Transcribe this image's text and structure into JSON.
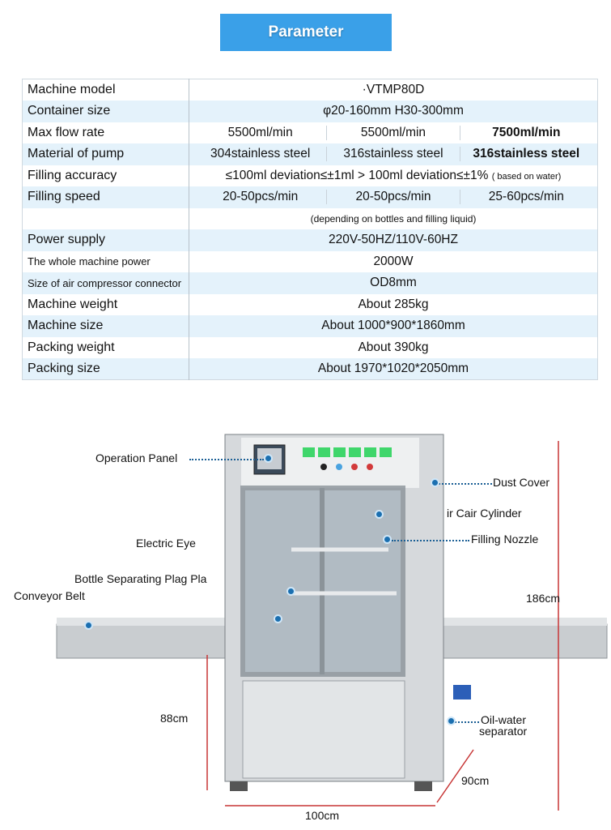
{
  "banner": "Parameter",
  "rows": [
    {
      "label": "Machine model",
      "value": "·VTMP80D"
    },
    {
      "label": "Container size",
      "value": "φ20-160mm H30-300mm"
    },
    {
      "label": "Max flow rate",
      "values": [
        "5500ml/min",
        "5500ml/min",
        "7500ml/min"
      ]
    },
    {
      "label": "Material of pump",
      "values": [
        "304stainless steel",
        "316stainless steel",
        "316stainless steel"
      ]
    },
    {
      "label": "Filling accuracy",
      "value": "≤100ml deviation≤±1ml  > 100ml deviation≤±1%",
      "suffix": "( based on water)"
    },
    {
      "label": "Filling speed",
      "values": [
        "20-50pcs/min",
        "20-50pcs/min",
        "25-60pcs/min"
      ],
      "note": "(depending on bottles and filling liquid)"
    },
    {
      "label": "Power supply",
      "value": "220V-50HZ/110V-60HZ"
    },
    {
      "label": "The whole machine power",
      "value": "2000W"
    },
    {
      "label": "Size of air compressor connector",
      "value": "OD8mm"
    },
    {
      "label": "Machine weight",
      "value": "About 285kg"
    },
    {
      "label": "Machine size",
      "value": "About 1000*900*1860mm"
    },
    {
      "label": "Packing weight",
      "value": "About 390kg"
    },
    {
      "label": "Packing size",
      "value": "About 1970*1020*2050mm"
    }
  ],
  "callouts": {
    "operation_panel": "Operation Panel",
    "dust_cover": "Dust Cover",
    "air_cylinder": "ir Cair Cylinder",
    "filling_nozzle": "Filling Nozzle",
    "electric_eye": "Electric Eye",
    "bottle_plate": "Bottle Separating Plag Pla",
    "conveyor": "Conveyor Belt",
    "oil_water": "Oil-water",
    "separator": "separator"
  },
  "dimensions": {
    "height": "186cm",
    "conveyor_height": "88cm",
    "depth": "90cm",
    "width": "100cm"
  }
}
